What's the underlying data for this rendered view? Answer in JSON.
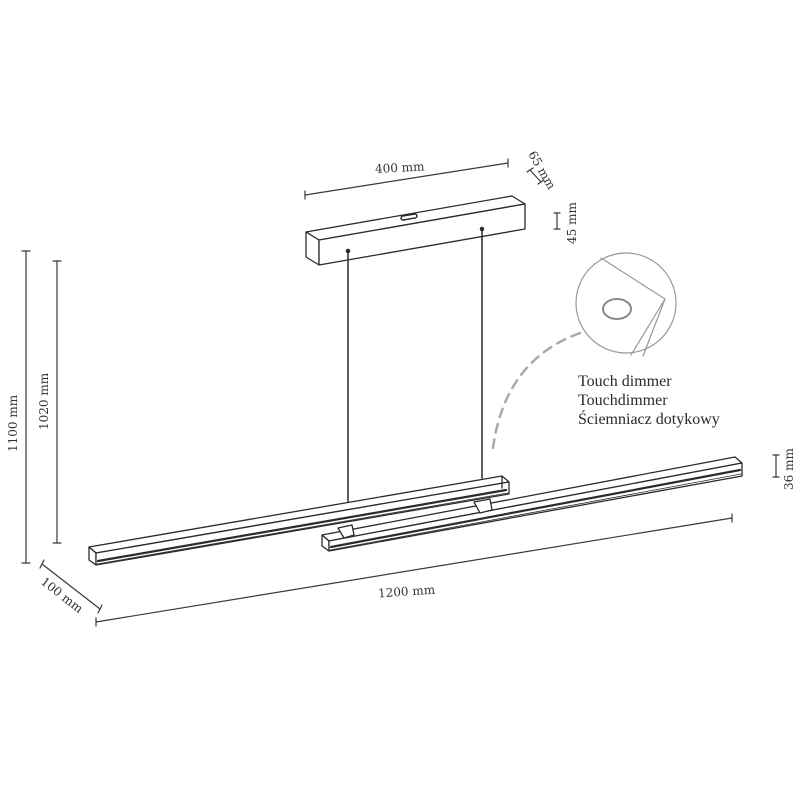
{
  "diagram": {
    "type": "technical-dimension-drawing",
    "subject": "LED pendant lamp with two offset bars",
    "colors": {
      "line": "#2b2b2b",
      "dim_line": "#3a3a3a",
      "dashed_callout": "#aaaaaa",
      "background": "#ffffff"
    }
  },
  "dimensions": {
    "canopy_length": "400 mm",
    "canopy_depth": "65 mm",
    "canopy_height": "45 mm",
    "total_height": "1100 mm",
    "suspension_height": "1020 mm",
    "bar_depth": "100 mm",
    "bar_length": "1200 mm",
    "bar_height": "36 mm"
  },
  "callout": {
    "feature": "touch-dimmer-detail",
    "lines": [
      "Touch dimmer",
      "Touchdimmer",
      "Ściemniacz dotykowy"
    ]
  }
}
